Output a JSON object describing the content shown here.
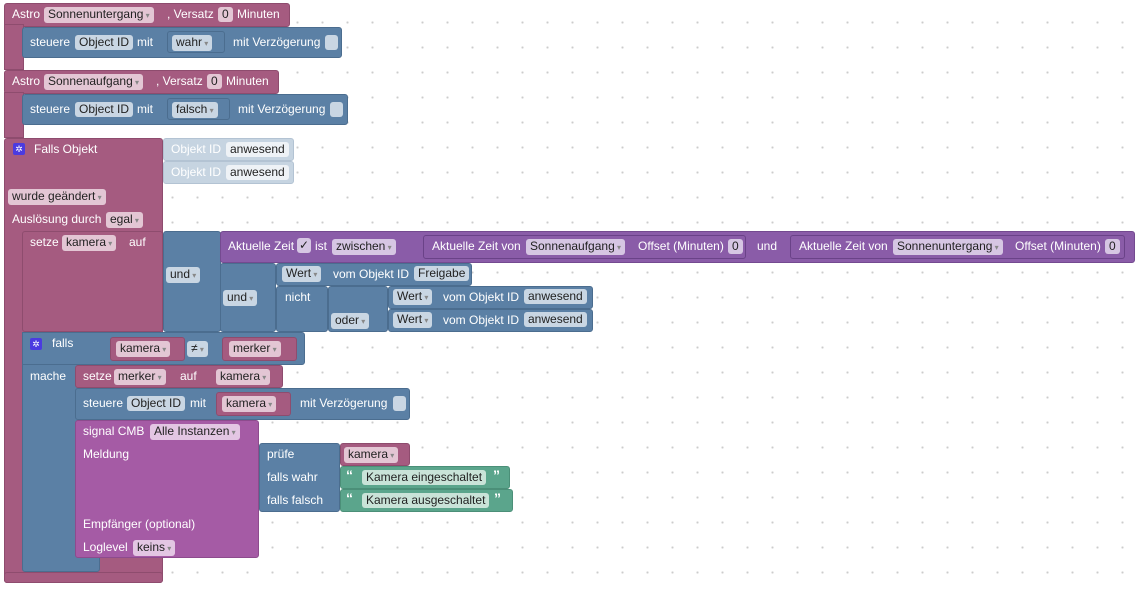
{
  "astro1": {
    "label": "Astro",
    "event": "Sonnenuntergang",
    "offset_label": ", Versatz",
    "offset": "0",
    "unit": "Minuten"
  },
  "ctrl1": {
    "label": "steuere",
    "object": "Object ID",
    "with": "mit",
    "value": "wahr",
    "delay": "mit Verzögerung"
  },
  "astro2": {
    "label": "Astro",
    "event": "Sonnenaufgang",
    "offset_label": ", Versatz",
    "offset": "0",
    "unit": "Minuten"
  },
  "ctrl2": {
    "label": "steuere",
    "object": "Object ID",
    "with": "mit",
    "value": "falsch",
    "delay": "mit Verzögerung"
  },
  "trigger": {
    "label": "Falls Objekt",
    "ids": [
      {
        "label": "Objekt ID",
        "value": "anwesend"
      },
      {
        "label": "Objekt ID",
        "value": "anwesend"
      }
    ],
    "mode": "wurde geändert",
    "by_label": "Auslösung durch",
    "by": "egal"
  },
  "set1": {
    "label": "setze",
    "var": "kamera",
    "to": "auf",
    "op1": "und",
    "op2": "und"
  },
  "time": {
    "label": "Aktuelle Zeit",
    "check": "✓",
    "is": "ist",
    "cmp": "zwischen",
    "from_label": "Aktuelle Zeit von",
    "from": "Sonnenaufgang",
    "offset_label": "Offset (Minuten)",
    "from_offset": "0",
    "and": "und",
    "to_label": "Aktuelle Zeit von",
    "to": "Sonnenuntergang",
    "to_offset": "0"
  },
  "val1": {
    "type": "Wert",
    "of": "vom Objekt ID",
    "id": "Freigabe"
  },
  "not": "nicht",
  "or": "oder",
  "val2": {
    "type": "Wert",
    "of": "vom Objekt ID",
    "id": "anwesend"
  },
  "val3": {
    "type": "Wert",
    "of": "vom Objekt ID",
    "id": "anwesend"
  },
  "iff": {
    "label": "falls",
    "do": "mache",
    "a": "kamera",
    "op": "≠",
    "b": "merker"
  },
  "set2": {
    "label": "setze",
    "var": "merker",
    "to": "auf",
    "value": "kamera"
  },
  "ctrl3": {
    "label": "steuere",
    "object": "Object ID",
    "with": "mit",
    "value": "kamera",
    "delay": "mit Verzögerung"
  },
  "signal": {
    "label": "signal CMB",
    "instances": "Alle Instanzen",
    "msg": "Meldung",
    "check": "prüfe",
    "var": "kamera",
    "true_label": "falls wahr",
    "true_text": "Kamera eingeschaltet",
    "false_label": "falls falsch",
    "false_text": "Kamera ausgeschaltet",
    "recipient": "Empfänger (optional)",
    "loglevel_label": "Loglevel",
    "loglevel": "keins"
  }
}
